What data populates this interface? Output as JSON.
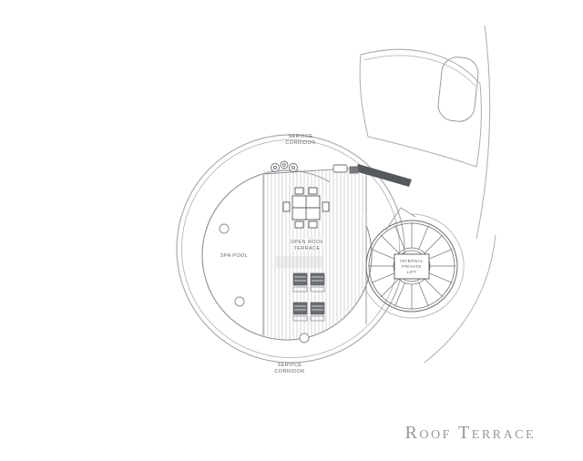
{
  "labels": {
    "service_corridor_top": {
      "line1": "SERVICE",
      "line2": "CORRIDOR"
    },
    "open_roof_terrace": {
      "line1": "OPEN ROOF",
      "line2": "TERRACE"
    },
    "spa_pool": "SPA POOL",
    "lift": {
      "line1": "INTERNAL",
      "line2": "PRIVATE",
      "line3": "LIFT"
    },
    "service_corridor_bottom": {
      "line1": "SERVICE",
      "line2": "CORRIDOR"
    }
  },
  "caption": "Roof Terrace",
  "colors": {
    "line_light": "#aaadb2",
    "line_dark": "#55585c",
    "label_text": "#5f6368",
    "caption_text": "#96989d"
  }
}
